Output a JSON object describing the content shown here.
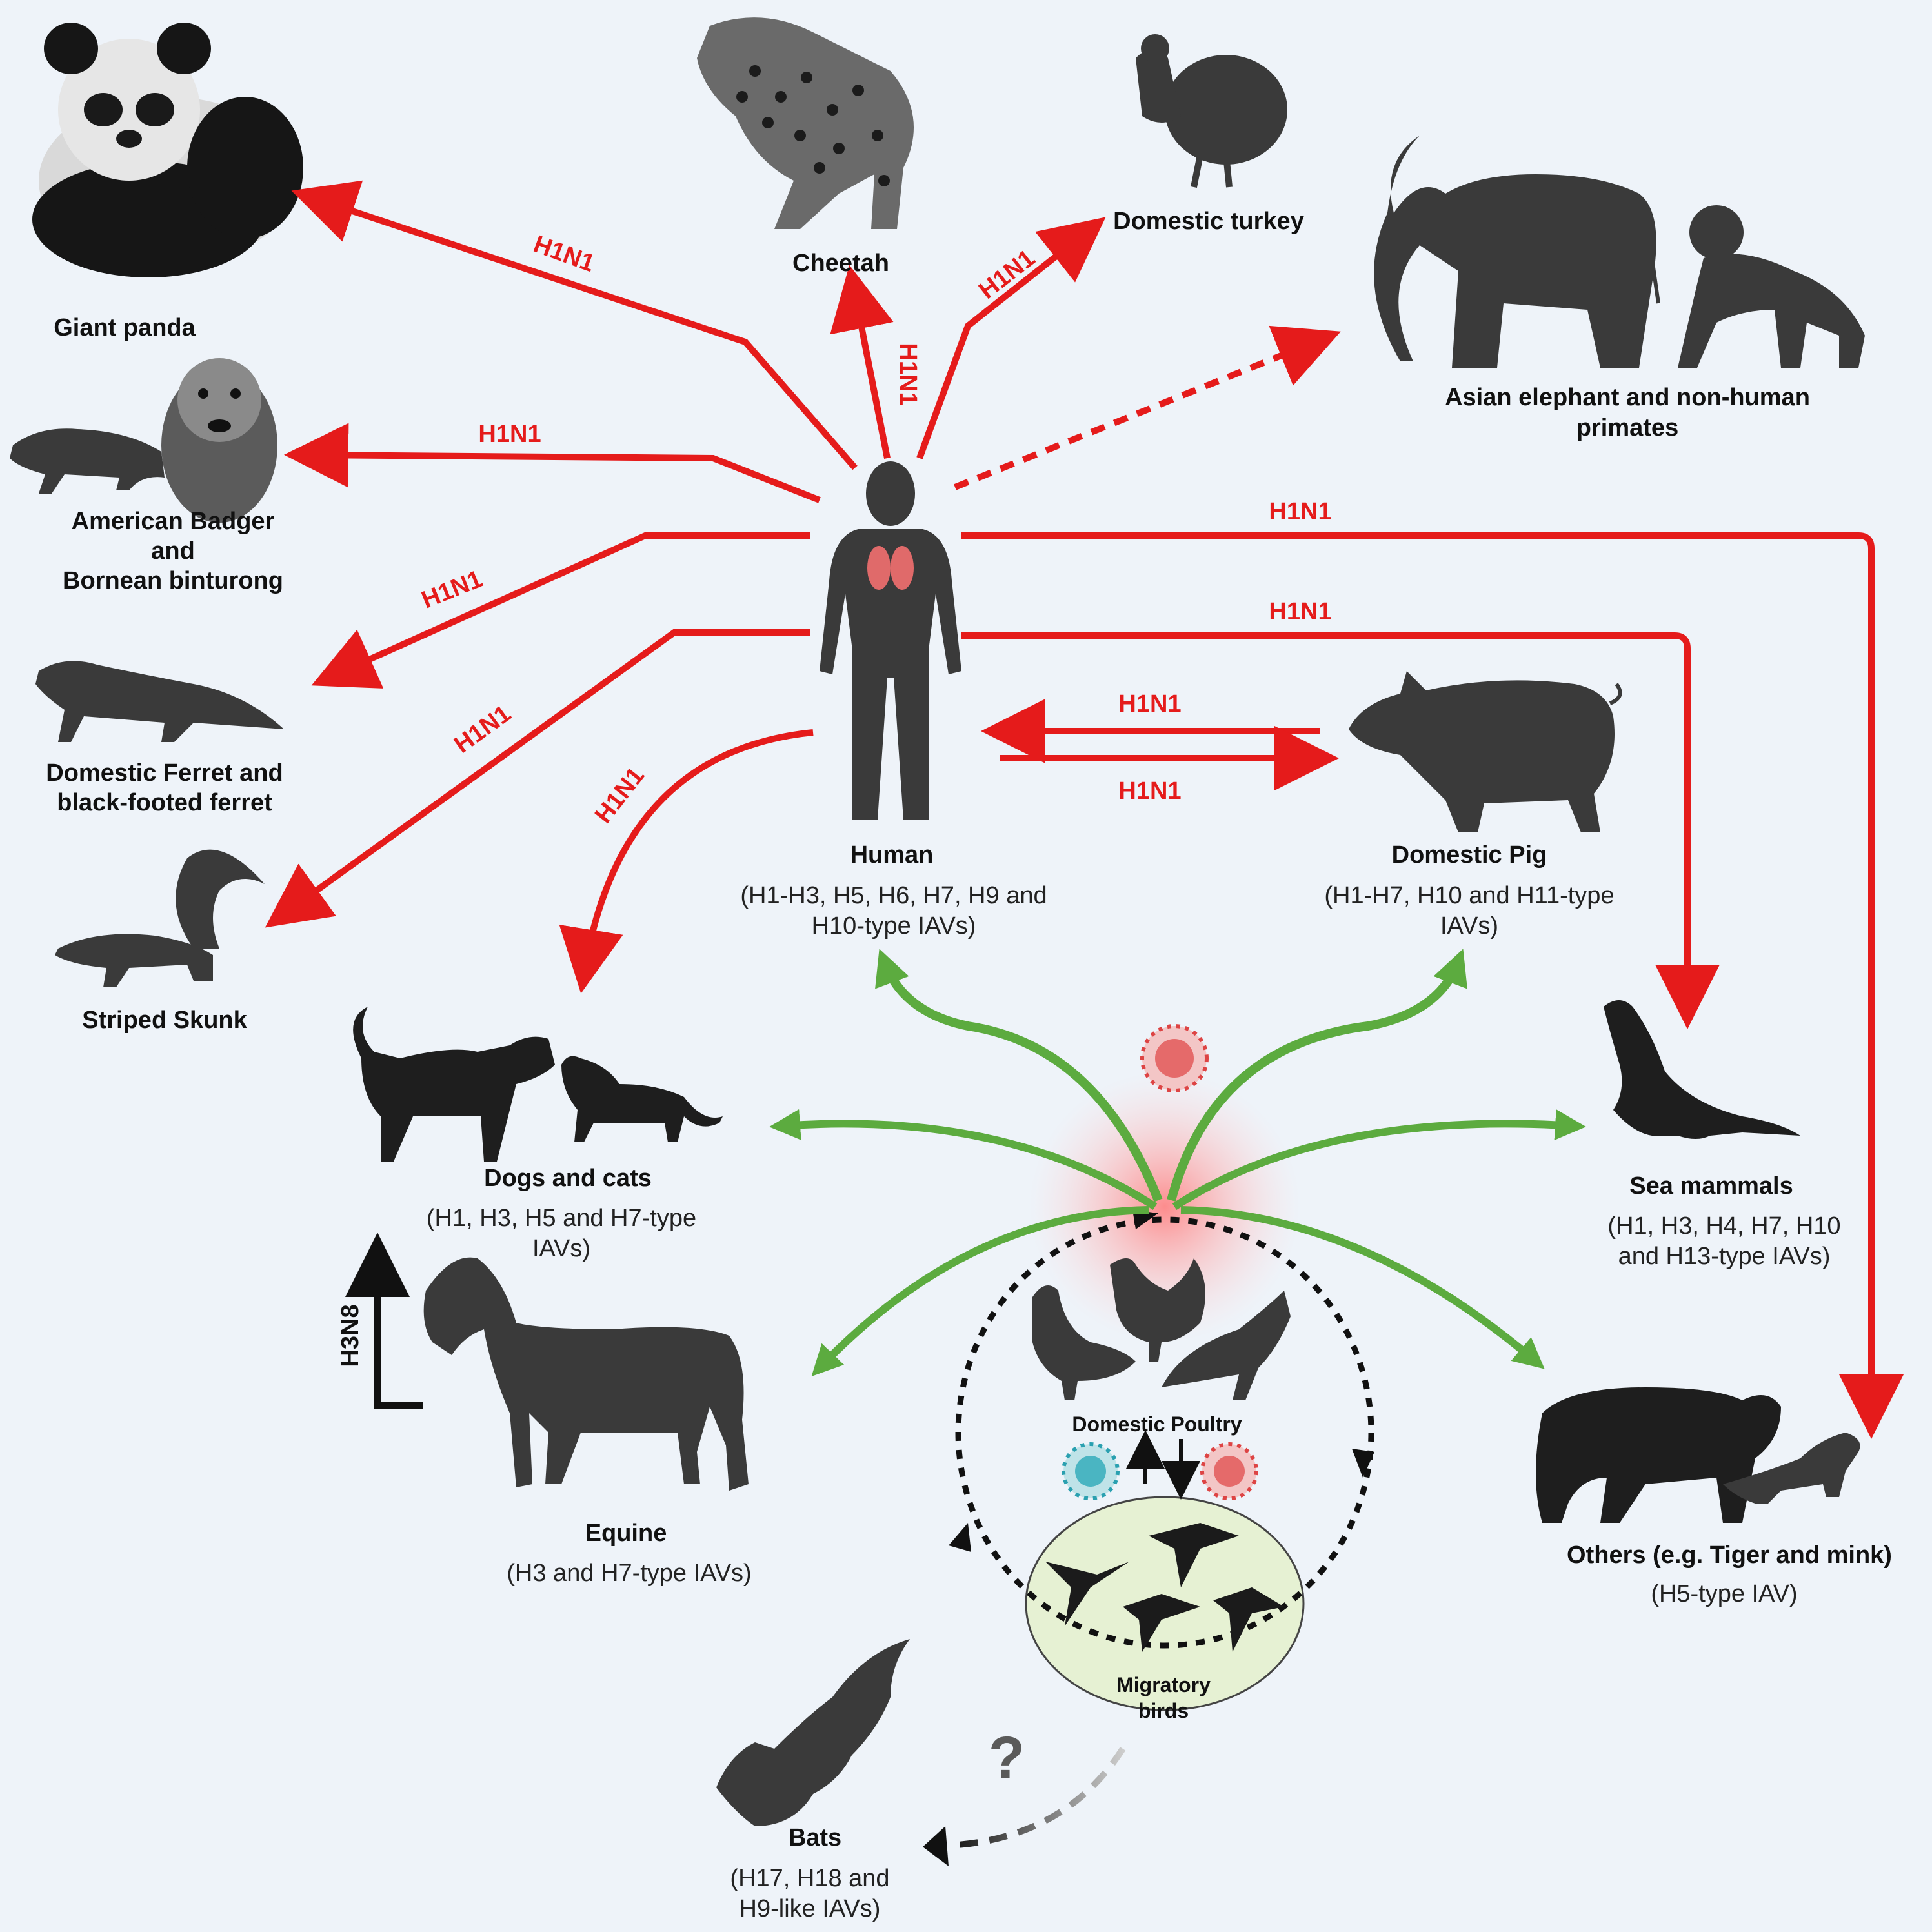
{
  "labels": {
    "giant_panda": "Giant panda",
    "cheetah": "Cheetah",
    "domestic_turkey": "Domestic turkey",
    "elephant_1": "Asian elephant and non-human",
    "elephant_2": "primates",
    "badger_1": "American Badger",
    "badger_2": "and",
    "badger_3": "Bornean binturong",
    "ferret_1": "Domestic Ferret and",
    "ferret_2": "black-footed ferret",
    "skunk": "Striped Skunk",
    "human": "Human",
    "human_sub_1": "(H1-H3, H5, H6, H7, H9 and",
    "human_sub_2": "H10-type IAVs)",
    "pig": "Domestic Pig",
    "pig_sub_1": "(H1-H7, H10 and H11-type",
    "pig_sub_2": "IAVs)",
    "dogs_cats": "Dogs and cats",
    "dogs_cats_sub_1": "(H1, H3, H5 and H7-type",
    "dogs_cats_sub_2": "IAVs)",
    "sea_mammals": "Sea mammals",
    "sea_sub_1": "(H1, H3, H4, H7, H10",
    "sea_sub_2": "and H13-type IAVs)",
    "equine": "Equine",
    "equine_sub": "(H3 and H7-type IAVs)",
    "poultry": "Domestic Poultry",
    "migratory_1": "Migratory",
    "migratory_2": "birds",
    "others": "Others (e.g. Tiger and mink)",
    "others_sub": "(H5-type IAV)",
    "bats": "Bats",
    "bats_sub_1": "(H17, H18 and",
    "bats_sub_2": "H9-like IAVs)"
  },
  "arrow_labels": {
    "h1n1": "H1N1",
    "h3n8": "H3N8",
    "unknown": "?"
  },
  "colors": {
    "background": "#eef3f9",
    "human_transmission": "#e51b1b",
    "avian_spread": "#5cab3f",
    "silhouette": "#3a3a3a",
    "migratory_circle": "#e6f1d3"
  }
}
